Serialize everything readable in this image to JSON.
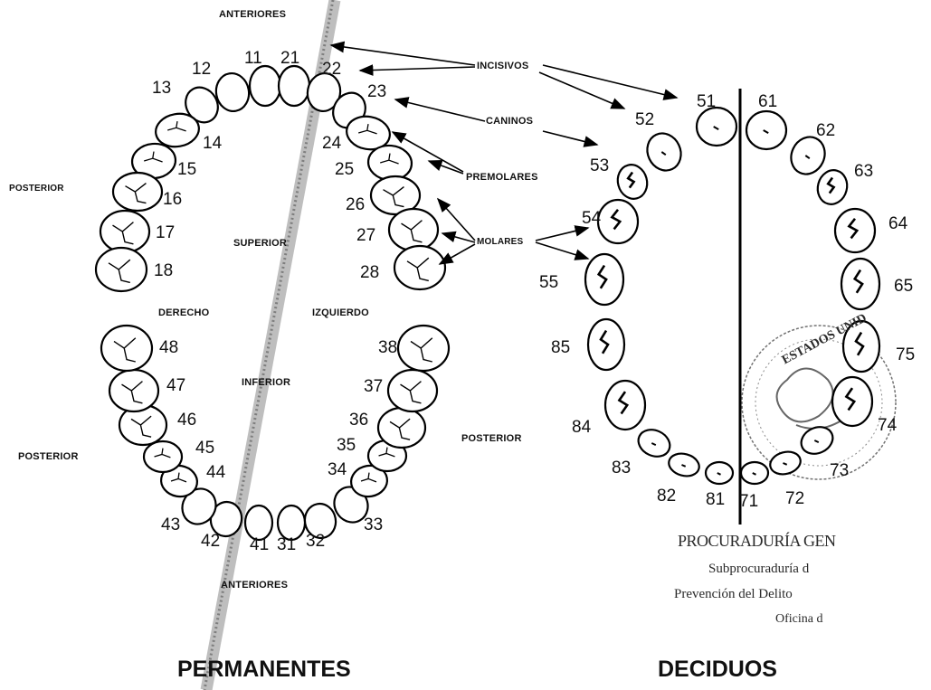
{
  "permanent": {
    "title": "PERMANENTES",
    "labels": {
      "anteriores_top": "ANTERIORES",
      "anteriores_bottom": "ANTERIORES",
      "posterior_left_upper": "POSTERIOR",
      "posterior_left_lower": "POSTERIOR",
      "posterior_right": "POSTERIOR",
      "superior": "SUPERIOR",
      "inferior": "INFERIOR",
      "derecho": "DERECHO",
      "izquierdo": "IZQUIERDO"
    },
    "upper_teeth": [
      "11",
      "12",
      "13",
      "14",
      "15",
      "16",
      "17",
      "18",
      "21",
      "22",
      "23",
      "24",
      "25",
      "26",
      "27",
      "28"
    ],
    "lower_teeth": [
      "31",
      "32",
      "33",
      "34",
      "35",
      "36",
      "37",
      "38",
      "41",
      "42",
      "43",
      "44",
      "45",
      "46",
      "47",
      "48"
    ]
  },
  "categories": {
    "incisivos": "INCISIVOS",
    "caninos": "CANINOS",
    "premolares": "PREMOLARES",
    "molares": "MOLARES"
  },
  "deciduous": {
    "title": "DECIDUOS",
    "upper_teeth": [
      "51",
      "52",
      "53",
      "54",
      "55",
      "61",
      "62",
      "63",
      "64",
      "65"
    ],
    "lower_teeth": [
      "71",
      "72",
      "73",
      "74",
      "75",
      "81",
      "82",
      "83",
      "84",
      "85"
    ]
  },
  "stamp": {
    "seal_text": "ESTADOS UNID",
    "line1": "PROCURADURÍA GEN",
    "line2": "Subprocuraduría d",
    "line3": "Prevención del Delito",
    "line4": "Oficina d"
  }
}
